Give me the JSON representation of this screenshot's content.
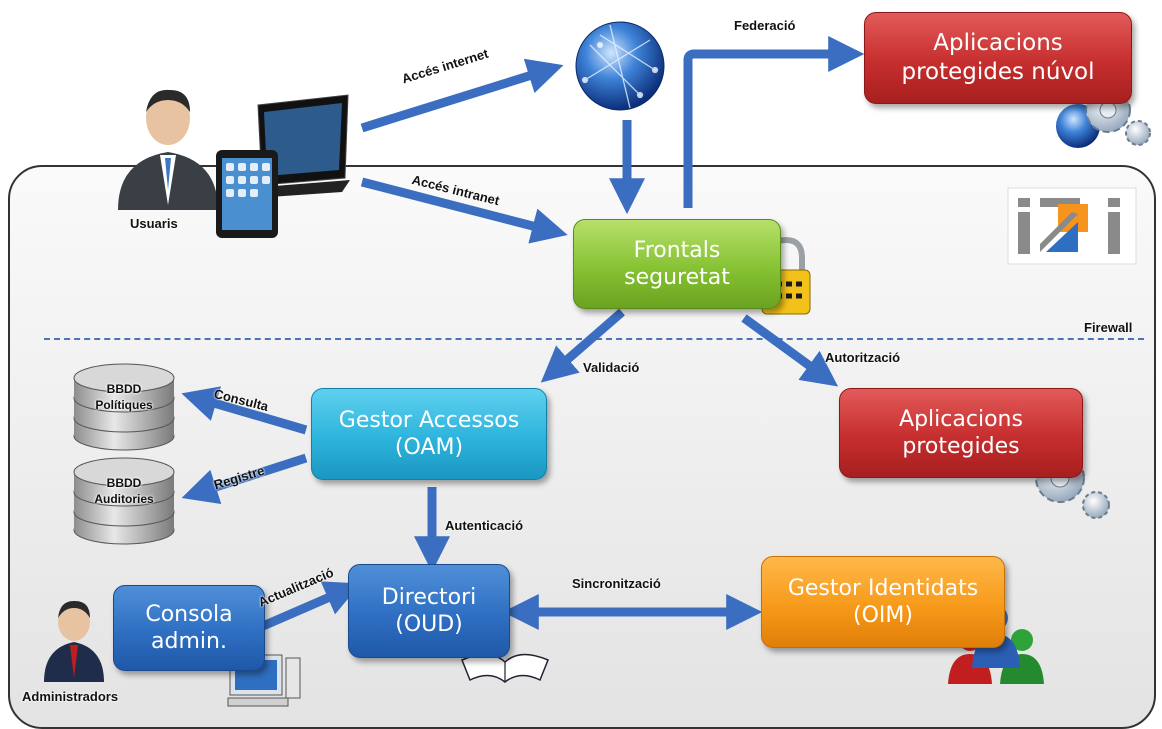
{
  "boxes": {
    "cloud_apps": "Aplicacions\nprotegides núvol",
    "frontals": "Frontals\nseguretat",
    "gestor_accessos": "Gestor Accessos\n(OAM)",
    "apps_protegides": "Aplicacions\nprotegides",
    "consola": "Consola\nadmin.",
    "directori": "Directori\n(OUD)",
    "gestor_identitats": "Gestor Identidats\n(OIM)"
  },
  "labels": {
    "federacio": "Federació",
    "acces_internet": "Accés internet",
    "acces_intranet": "Accés intranet",
    "usuaris": "Usuaris",
    "firewall": "Firewall",
    "validacio": "Validació",
    "autoritzacio": "Autorització",
    "consulta": "Consulta",
    "registre": "Registre",
    "autenticacio": "Autenticació",
    "actualitzacio": "Actualització",
    "sincronitzacio": "Sincronització",
    "administradors": "Administradors"
  },
  "databases": {
    "politiques": "BBDD\nPolítiques",
    "auditories": "BBDD\nAuditories"
  },
  "logo_text": "izi",
  "colors": {
    "arrow": "#3b6ec0",
    "red_box": "#c62e2e",
    "green_box": "#86c233",
    "cyan_box": "#2db4dc",
    "blue_box": "#2f6fc2",
    "orange_box": "#f79a1a",
    "firewall_line": "#4a74b8"
  },
  "icons": [
    "user-icon",
    "tablet-icon",
    "laptop-icon",
    "globe-icon",
    "gears-icon",
    "lock-icon",
    "database-icon",
    "admin-user-icon",
    "computer-icon",
    "book-icon",
    "users-group-icon",
    "logo-icon"
  ]
}
